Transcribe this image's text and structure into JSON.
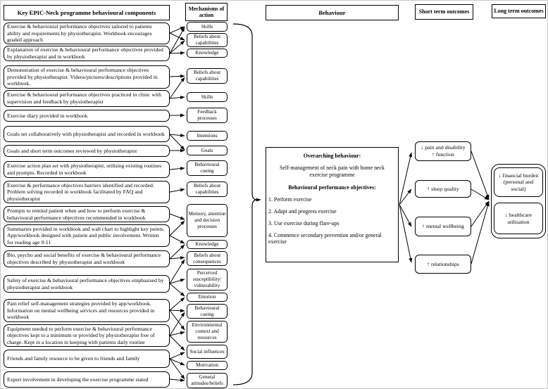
{
  "components": {
    "header": "Key EPIC-Neck programme behavioural components",
    "items": [
      "Exercise & behavioural performance objectives tailored to patients ability and requirements by physiotherapist. Workbook encourages graded approach",
      "Explanation of exercise & behavioural performance objectives provided by physiotherapist and in workbook",
      "Demonstration of exercise & behavioural performance objectives provided by physiotherapist. Videos/pictures/descriptions provided in workbook.",
      "Exercise & behavioural performance objectives practiced in clinic with supervision and feedback by physiotherapist",
      "Exercise diary provided in workbook",
      "Goals set collaboratively with physiotherapist and recorded in workbook",
      "Goals and short term outcomes reviewed by physiotherapist",
      "Exercise action plan set with physiotherapist, utilising existing routines and prompts. Recorded in workbook",
      "Exercise & performance objectives barriers identified and recorded. Problem solving recorded in workbook facilitated by FAQ and physiotherapist",
      "Prompts to remind patient when and how to perform exercise & behavioural performance objectives recommended in workbook",
      "Summaries provided in workbook and wall chart to highlight key points. App/workbook designed with patient and public involvement. Written for reading age 9-11",
      "Bio, psycho and social benefits of exercise & behavioural performance objectives described by physiotherapist and workbook",
      "Safety of exercise & behavioural performance objectives emphasised by physiotherapist and workbook",
      "Pain relief self-management strategies provided by app/workbook. Information on mental wellbeing services and resources provided in workbook",
      "Equipment needed to perform exercise & behavioural performance objectives kept to a minimum or provided by physiotherapist free of charge. Kept in a location in keeping with patients daily routine",
      "Friends and family resource to be given to friends and family",
      "Expert involvement in developing the exercise programme stated"
    ]
  },
  "mechanisms": {
    "header": "Mechanisms of action",
    "items": [
      "Skills",
      "Beliefs about capabilities",
      "Knowledge",
      "Beliefs about capabilities",
      "Skills",
      "Feedback processes",
      "Intentions",
      "Goals",
      "Behavioural cueing",
      "Beliefs about capabilities",
      "Memory, attention and decision processes",
      "Knowledge",
      "Beliefs about consequences",
      "Perceived susceptibility/ vulnerability",
      "Emotion",
      "Behavioural cueing",
      "Environmental context and resources",
      "Social influences",
      "Motivation",
      "General attitudes/beliefs"
    ]
  },
  "behaviour": {
    "header": "Behaviour",
    "overarching_title": "Overarching behaviour:",
    "overarching_text": "Self-management of neck pain with home neck exercise programme",
    "objectives_title": "Behavioural performance objectives:",
    "objectives": [
      "1. Perform exercise",
      "2. Adapt and progress exercise",
      "3. Use exercise during flare-ups",
      "4. Commence secondary prevention and/or general exercise"
    ]
  },
  "short_term": {
    "header": "Short term outcomes",
    "items": [
      "↓ pain and disability\n↑ function",
      "↑ sleep quality",
      "↑ mental wellbeing",
      "↑ relationships"
    ]
  },
  "long_term": {
    "header": "Long term outcomes",
    "items": [
      "↓ financial burden (personal and social)",
      "↓ healthcare utilisation"
    ]
  },
  "colors": {
    "line": "#000000",
    "border": "#000000",
    "background": "#ffffff",
    "text": "#000000"
  }
}
